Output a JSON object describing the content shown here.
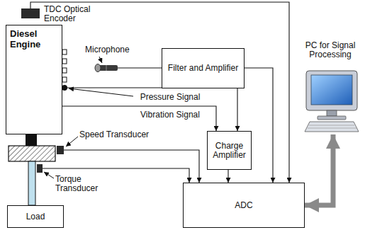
{
  "diagram": {
    "nodes": [
      {
        "text": [
          "TDC Optical Encoder"
        ]
      },
      {
        "text": [
          "Diesel Engine"
        ]
      },
      {
        "text": [
          "Microphone"
        ]
      },
      {
        "text": [
          "Filter and Amplifier"
        ]
      },
      {
        "text": [
          "Charge Amplifier"
        ]
      },
      {
        "text": [
          "Speed Transducer"
        ]
      },
      {
        "text": [
          "Torque Transducer"
        ]
      },
      {
        "text": [
          "Load"
        ]
      },
      {
        "text": [
          "ADC"
        ]
      },
      {
        "text": [
          "PC for Signal Processing"
        ]
      }
    ],
    "edges": [
      {
        "from": 0,
        "to": 8,
        "arrow": "to"
      },
      {
        "from": 2,
        "to": 3,
        "arrow": "none"
      },
      {
        "from": 3,
        "to": 8,
        "arrow": "to"
      },
      {
        "from": 1,
        "to": 4,
        "arrow": "to",
        "label": "Pressure Signal"
      },
      {
        "from": 1,
        "to": 4,
        "arrow": "to",
        "label": "Vibration Signal"
      },
      {
        "from": 4,
        "to": 8,
        "arrow": "to"
      },
      {
        "from": 5,
        "to": 8,
        "arrow": "to"
      },
      {
        "from": 6,
        "to": 8,
        "arrow": "to"
      },
      {
        "from": 9,
        "to": 8,
        "arrow": "both"
      }
    ]
  }
}
